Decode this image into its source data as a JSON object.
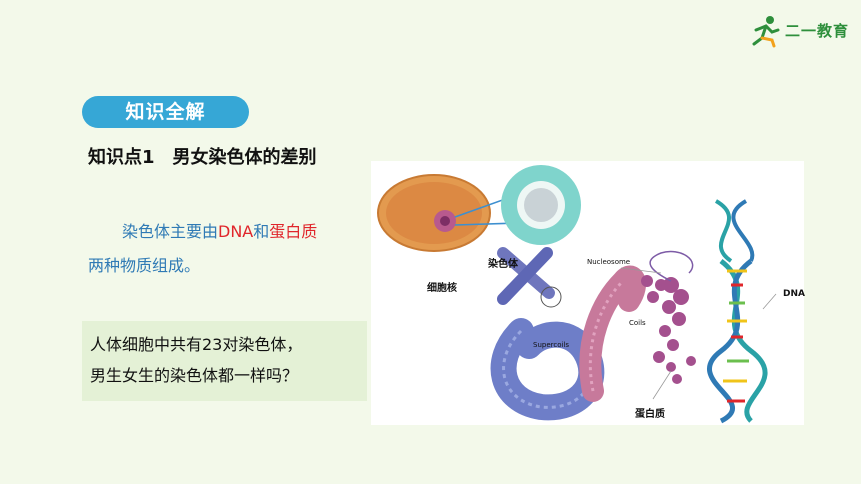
{
  "brand": {
    "logo_text": "二一教育"
  },
  "section_badge": "知识全解",
  "knowledge_point": "知识点1　男女染色体的差别",
  "body": {
    "prefix": "染色体主要由",
    "dna": "DNA",
    "and": "和",
    "protein": "蛋白质",
    "suffix": "两种物质组成。"
  },
  "question": {
    "line1": "人体细胞中共有23对染色体，",
    "line2": "男生女生的染色体都一样吗？"
  },
  "figure": {
    "labels": {
      "nucleus": "细胞核",
      "chromosome": "染色体",
      "nucleosome": "Nucleosome",
      "dna": "DNA",
      "coils": "Coils",
      "supercoils": "Supercoils",
      "protein": "蛋白质"
    }
  },
  "colors": {
    "accent": "#36a7d6",
    "highlight_red": "#e0262b",
    "text_blue": "#2f7ab5",
    "background": "#f3f9ea"
  }
}
